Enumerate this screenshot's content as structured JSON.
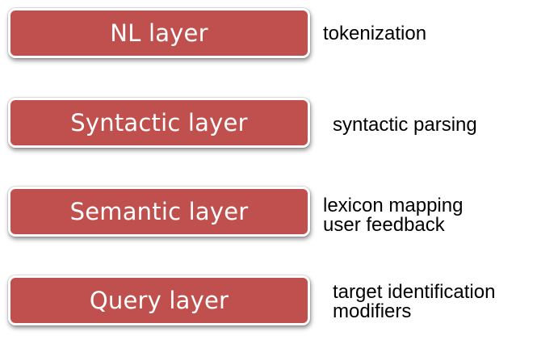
{
  "layers": [
    {
      "label": "NL layer",
      "lines": [
        "tokenization"
      ]
    },
    {
      "label": "Syntactic layer",
      "lines": [
        "syntactic parsing"
      ]
    },
    {
      "label": "Semantic layer",
      "lines": [
        "lexicon mapping",
        "user feedback"
      ]
    },
    {
      "label": "Query layer",
      "lines": [
        "target identification",
        "modifiers"
      ]
    }
  ],
  "colors": {
    "box_fill": "#c0504d",
    "box_text": "#ffffff",
    "description_text": "#000000"
  }
}
